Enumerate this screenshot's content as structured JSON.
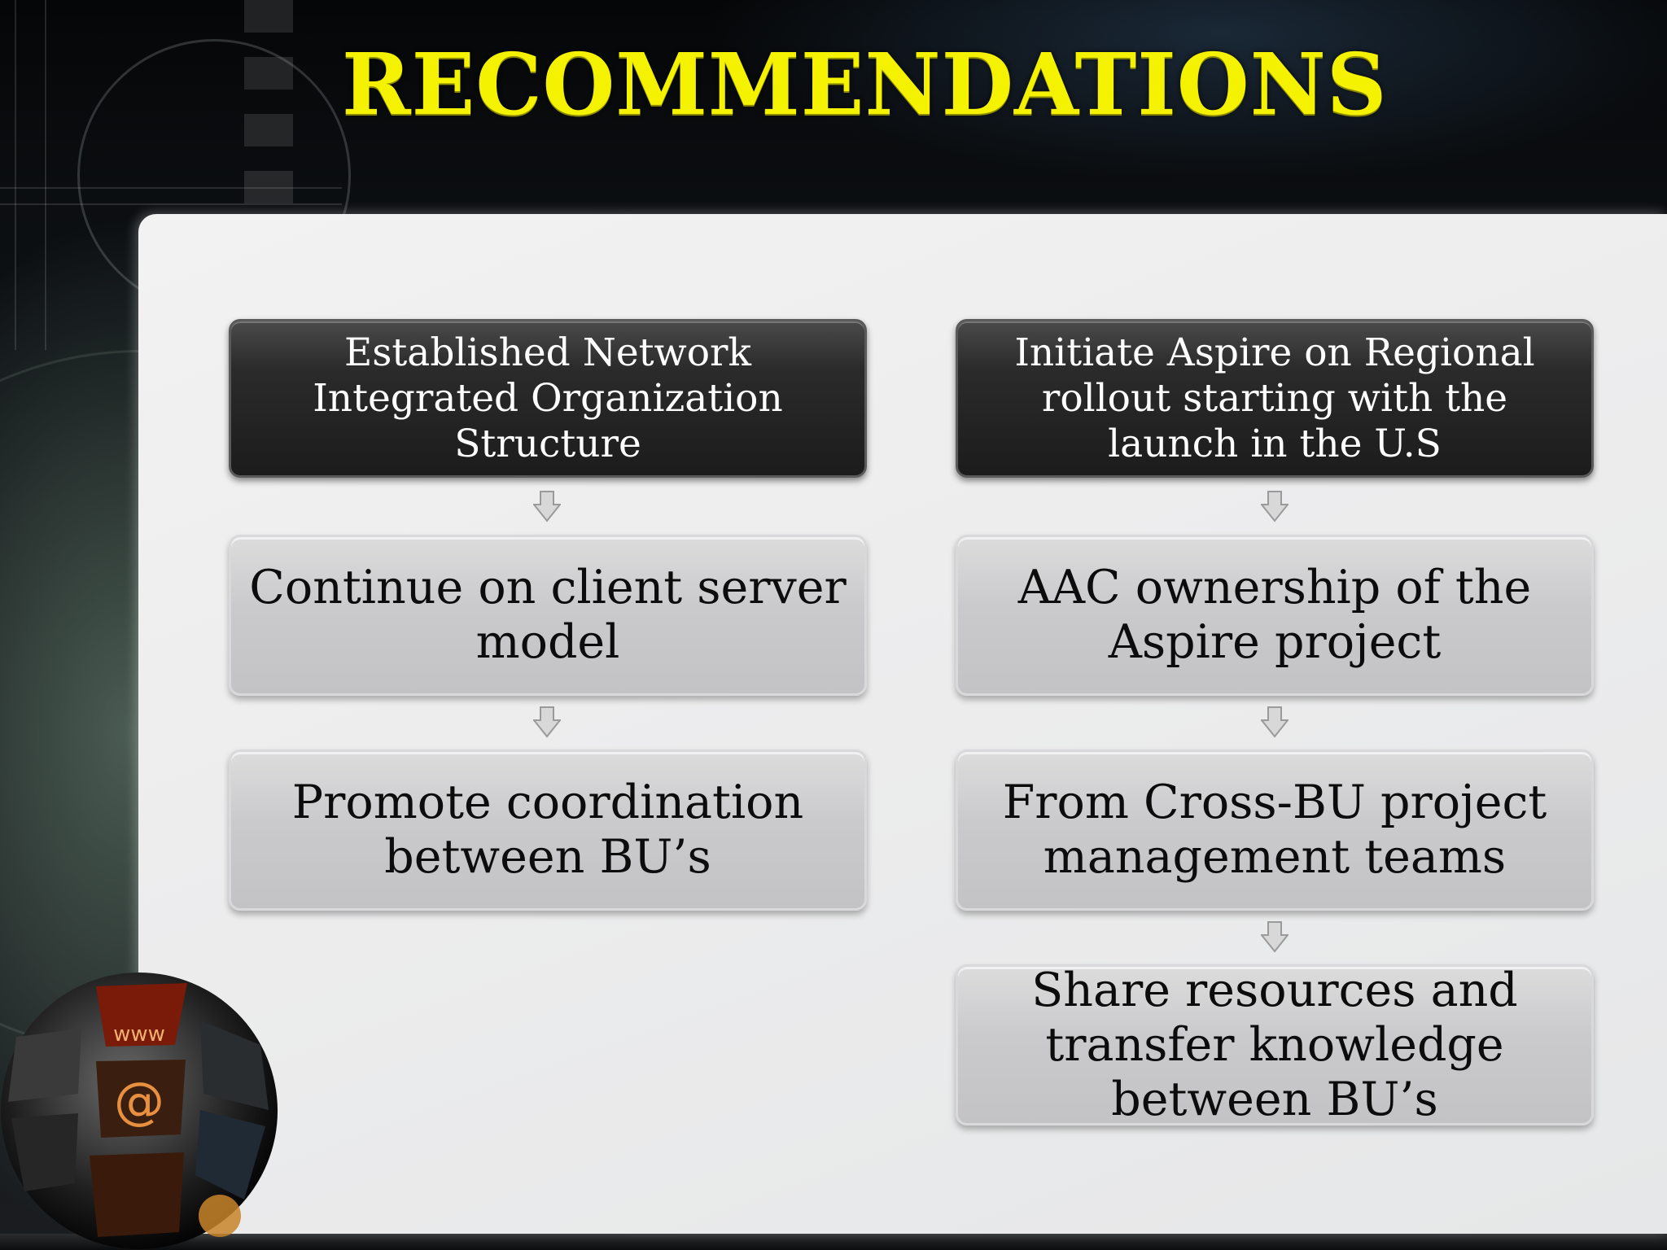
{
  "slide": {
    "title": "RECOMMENDATIONS"
  },
  "diagram": {
    "left_column": {
      "header": "Established Network Integrated Organization Structure",
      "items": [
        "Continue on client server model",
        "Promote coordination between BU’s"
      ]
    },
    "right_column": {
      "header": "Initiate Aspire on Regional rollout starting with the launch in the U.S",
      "items": [
        "AAC ownership of the Aspire project",
        "From Cross-BU project management teams",
        "Share resources and transfer knowledge between BU’s"
      ]
    }
  },
  "decor": {
    "globe_labels": [
      "www",
      "@"
    ]
  },
  "colors": {
    "title": "#f4f200",
    "header_box": "#1c1c1c",
    "item_box": "#c9c9cb",
    "panel": "#efefef"
  }
}
